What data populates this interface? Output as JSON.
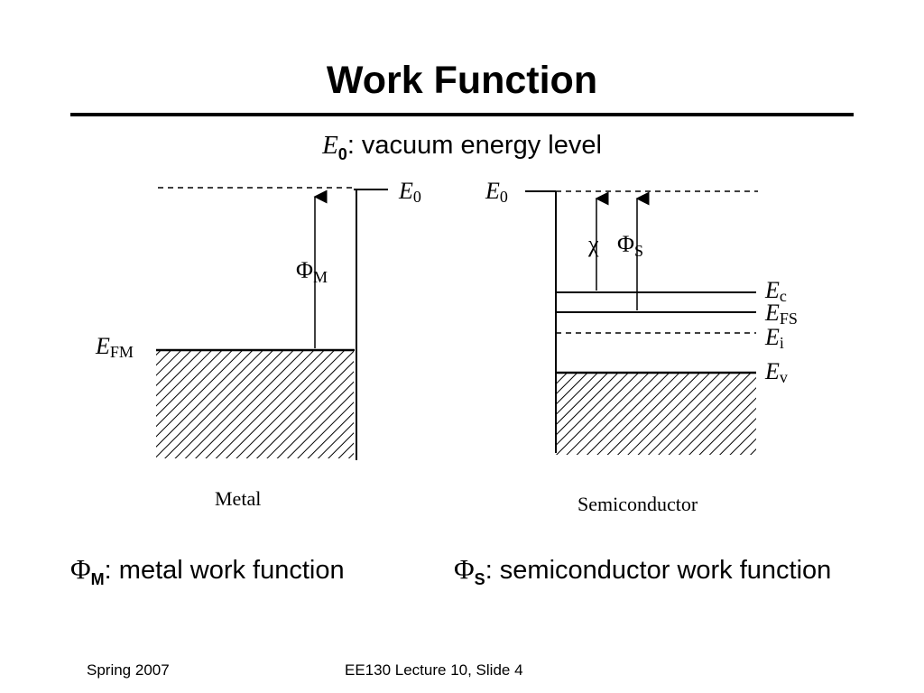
{
  "slide": {
    "title": "Work Function",
    "subtitle": {
      "symbol": "E",
      "subscript": "0",
      "text": ": vacuum energy level"
    },
    "definitions": {
      "metal": {
        "symbol": "Φ",
        "subscript": "M",
        "text": ": metal work function"
      },
      "semiconductor": {
        "symbol": "Φ",
        "subscript": "S",
        "text": ": semiconductor work function"
      }
    },
    "footer": {
      "left": "Spring 2007",
      "center": "EE130 Lecture 10, Slide 4"
    }
  },
  "diagram": {
    "metal": {
      "caption": "Metal",
      "e0": {
        "main": "E",
        "sub": "0"
      },
      "efm": {
        "main": "E",
        "sub": "FM"
      },
      "phi": {
        "main": "Φ",
        "sub": "M"
      }
    },
    "semiconductor": {
      "caption": "Semiconductor",
      "e0": {
        "main": "E",
        "sub": "0"
      },
      "chi": "χ",
      "phi": {
        "main": "Φ",
        "sub": "S"
      },
      "ec": {
        "main": "E",
        "sub": "c"
      },
      "efs": {
        "main": "E",
        "sub": "FS"
      },
      "ei": {
        "main": "E",
        "sub": "i"
      },
      "ev": {
        "main": "E",
        "sub": "v"
      }
    }
  }
}
